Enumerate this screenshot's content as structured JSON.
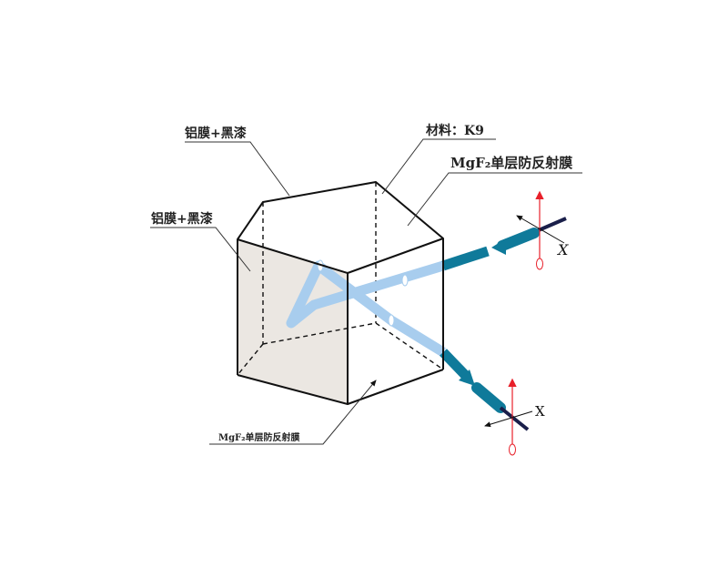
{
  "labels": {
    "top_left_coating": "铝膜+黑漆",
    "left_coating": "铝膜+黑漆",
    "material": "材料：K9",
    "top_ar_coating": "MgF₂单层防反射膜",
    "bottom_ar_coating": "MgF₂单层防反射膜",
    "axis_x_top": "X",
    "axis_x_bottom": "X"
  },
  "colors": {
    "beam_outer": "#0f7a9a",
    "beam_inner": "#a8cdee",
    "axis_red": "#e8202a",
    "face_shade": "#ebe7e2"
  }
}
